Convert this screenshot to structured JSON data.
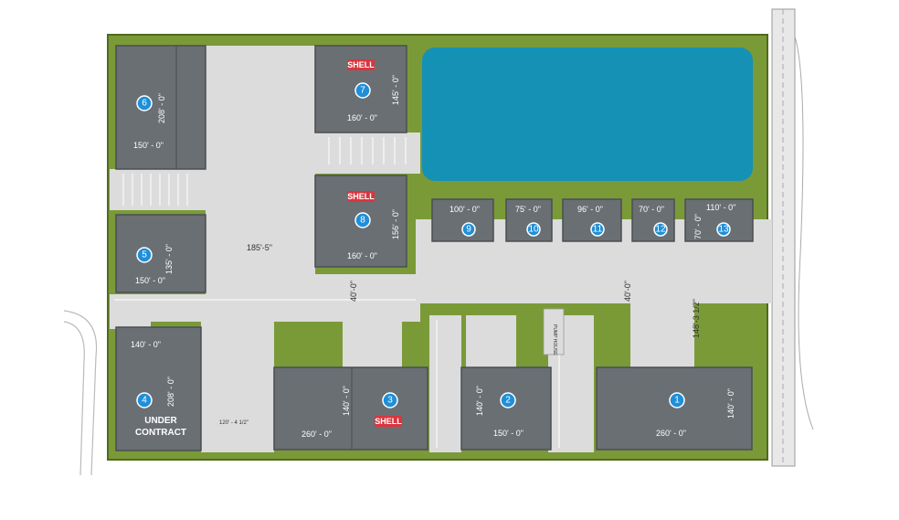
{
  "colors": {
    "grass": "#7a9a38",
    "pavement": "#dcdcdc",
    "building": "#6a6f74",
    "pond": "#1591b5",
    "badge": "#1f8fd8",
    "shell": "#d9363e"
  },
  "buildings": [
    {
      "num": "1",
      "w": "260' - 0\"",
      "h": "140' - 0\""
    },
    {
      "num": "2",
      "w": "150' - 0\"",
      "h": "140' - 0\""
    },
    {
      "num": "3",
      "w": "260' - 0\"",
      "h": "140' - 0\"",
      "shell": "SHELL"
    },
    {
      "num": "4",
      "w": "140' - 0\"",
      "h": "208' - 0\"",
      "status1": "UNDER",
      "status2": "CONTRACT"
    },
    {
      "num": "5",
      "w": "150' - 0\"",
      "h": "135' - 0\""
    },
    {
      "num": "6",
      "w": "150' - 0\"",
      "h": "208' - 0\""
    },
    {
      "num": "7",
      "w": "160' - 0\"",
      "h": "145' - 0\"",
      "shell": "SHELL"
    },
    {
      "num": "8",
      "w": "160' - 0\"",
      "h": "156' - 0\"",
      "shell": "SHELL"
    },
    {
      "num": "9",
      "w": "100' - 0\""
    },
    {
      "num": "10",
      "w": "75' - 0\""
    },
    {
      "num": "11",
      "w": "96' - 0\""
    },
    {
      "num": "12",
      "w": "70' - 0\""
    },
    {
      "num": "13",
      "w": "110' - 0\"",
      "h": "70' - 0\""
    }
  ],
  "dimensions": {
    "drive_a": "185'-5\"",
    "drive_b": "40'-0\"",
    "drive_c": "40'-0\"",
    "drive_d": "148'-3 1/2\"",
    "drive_e": "120' - 4 1/2\"",
    "pump_house": "PUMP HOUSE"
  }
}
